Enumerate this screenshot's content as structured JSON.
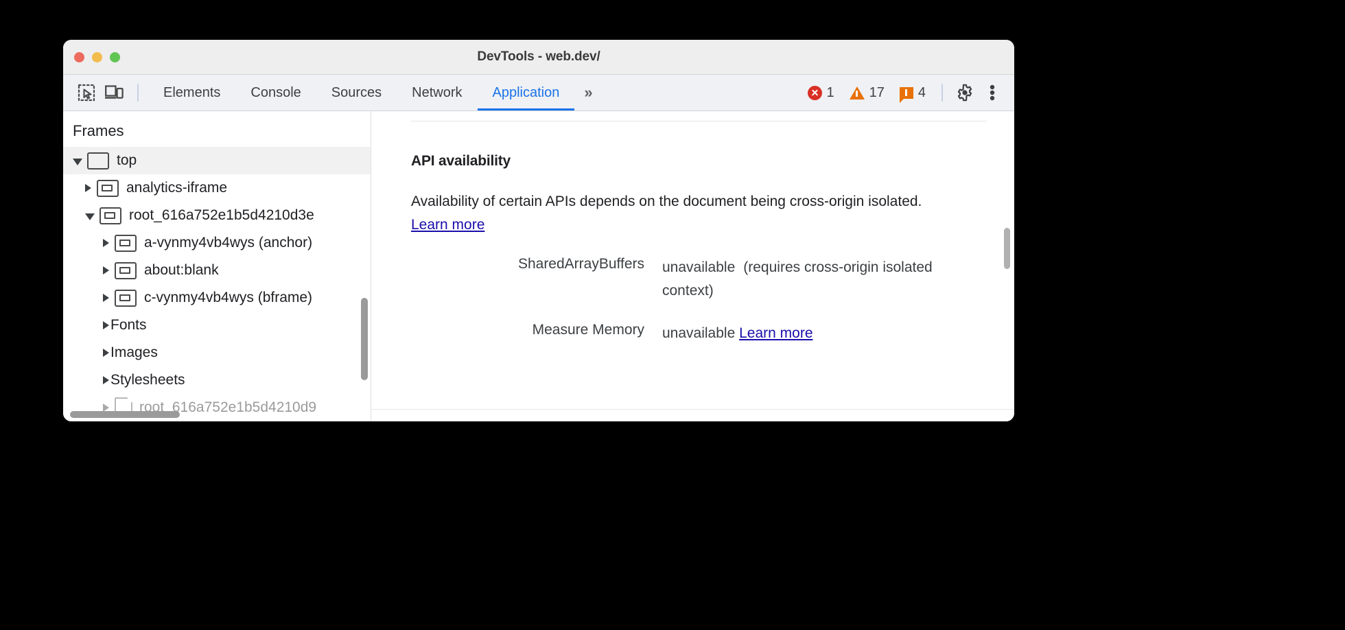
{
  "window": {
    "title": "DevTools - web.dev/",
    "traffic_lights": [
      "close-red",
      "minimize-yellow",
      "maximize-green"
    ]
  },
  "toolbar": {
    "icons": [
      {
        "name": "inspect-element-icon",
        "label": "Inspect element"
      },
      {
        "name": "device-toolbar-icon",
        "label": "Toggle device toolbar"
      }
    ],
    "tabs": [
      {
        "label": "Elements",
        "active": false
      },
      {
        "label": "Console",
        "active": false
      },
      {
        "label": "Sources",
        "active": false
      },
      {
        "label": "Network",
        "active": false
      },
      {
        "label": "Application",
        "active": true
      }
    ],
    "more_tabs": "»",
    "counters": [
      {
        "name": "error-count",
        "icon": "error-icon",
        "value": "1",
        "color": "#d93025"
      },
      {
        "name": "warning-count",
        "icon": "warning-icon",
        "value": "17",
        "color": "#e8710a"
      },
      {
        "name": "issue-count",
        "icon": "issue-icon",
        "value": "4",
        "color": "#e8710a"
      }
    ],
    "settings_label": "Settings",
    "menu_label": "Customize and control DevTools"
  },
  "sidebar": {
    "title": "Frames",
    "tree": [
      {
        "label": "top",
        "indent": 0,
        "expanded": true,
        "selected": true,
        "icon": "frame-icon"
      },
      {
        "label": "analytics-iframe",
        "indent": 1,
        "expanded": false,
        "selected": false,
        "icon": "iframe-icon"
      },
      {
        "label": "root_616a752e1b5d4210d3e",
        "indent": 1,
        "expanded": true,
        "selected": false,
        "icon": "iframe-icon"
      },
      {
        "label": "a-vynmy4vb4wys (anchor)",
        "indent": 2,
        "expanded": false,
        "selected": false,
        "icon": "iframe-icon"
      },
      {
        "label": "about:blank",
        "indent": 2,
        "expanded": false,
        "selected": false,
        "icon": "iframe-icon"
      },
      {
        "label": "c-vynmy4vb4wys (bframe)",
        "indent": 2,
        "expanded": false,
        "selected": false,
        "icon": "iframe-icon"
      },
      {
        "label": "Fonts",
        "indent": 1,
        "expanded": false,
        "selected": false,
        "icon": "none"
      },
      {
        "label": "Images",
        "indent": 1,
        "expanded": false,
        "selected": false,
        "icon": "none"
      },
      {
        "label": "Stylesheets",
        "indent": 1,
        "expanded": false,
        "selected": false,
        "icon": "none"
      },
      {
        "label": "root_616a752e1b5d4210d9",
        "indent": 2,
        "expanded": false,
        "selected": false,
        "icon": "document-icon"
      }
    ]
  },
  "main": {
    "section_title": "API availability",
    "description_part1": "Availability of certain APIs depends on the document being cross-origin isolated. ",
    "description_link": "Learn more",
    "rows": [
      {
        "key": "SharedArrayBuffers",
        "value": "unavailable",
        "note": "(requires cross-origin isolated context)",
        "link": ""
      },
      {
        "key": "Measure Memory",
        "value": "unavailable",
        "note": "",
        "link": "Learn more"
      }
    ]
  },
  "colors": {
    "accent": "#1a73e8",
    "link": "#1a0dab",
    "error": "#d93025",
    "warning": "#e8710a",
    "toolbar_bg": "#eff1f5",
    "titlebar_bg": "#eeeeee"
  }
}
